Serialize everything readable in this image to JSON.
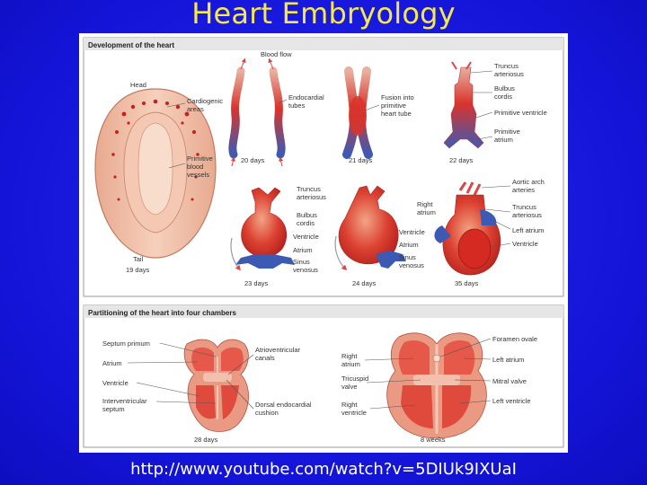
{
  "slide": {
    "title": "Heart Embryology",
    "caption": "http://www.youtube.com/watch?v=5DIUk9IXUaI"
  },
  "panel1": {
    "heading": "Development of the heart",
    "labels": {
      "head": "Head",
      "cardiogenic": "Cardiogenic",
      "areas": "areas",
      "primitive": "Primitive",
      "blood": "blood",
      "vessels": "vessels",
      "tail": "Tail",
      "blood_flow": "Blood flow",
      "endocardial": "Endocardial",
      "tubes": "tubes",
      "fusion_into": "Fusion into",
      "primitive2": "primitive",
      "heart_tube": "heart tube",
      "truncus": "Truncus",
      "arteriosus": "arteriosus",
      "bulbus": "Bulbus",
      "cordis": "cordis",
      "primitive_ventricle": "Primitive ventricle",
      "primitive_atrium_1": "Primitive",
      "primitive_atrium_2": "atrium",
      "truncus_b": "Truncus",
      "arteriosus_b": "arteriosus",
      "bulbus_b": "Bulbus",
      "cordis_b": "cordis",
      "ventricle_b": "Ventricle",
      "atrium_b": "Atrium",
      "sinus_b": "Sinus",
      "venosus_b": "venosus",
      "right": "Right",
      "atrium_r": "atrium",
      "ventricle_c": "Ventricle",
      "atrium_c": "Atrium",
      "sinus_c": "Sinus",
      "venosus_c": "venosus",
      "aortic_arch": "Aortic arch",
      "arteries": "arteries",
      "truncus_d": "Truncus",
      "arteriosus_d": "arteriosus",
      "left_atrium": "Left atrium",
      "ventricle_d": "Ventricle"
    },
    "days": {
      "d19": "19 days",
      "d20": "20 days",
      "d21": "21 days",
      "d22": "22 days",
      "d23": "23 days",
      "d24": "24 days",
      "d35": "35 days"
    }
  },
  "panel2": {
    "heading": "Partitioning of the heart into four chambers",
    "labels": {
      "septum_primum": "Septum primum",
      "atrium": "Atrium",
      "ventricle": "Ventricle",
      "interventricular": "Interventricular",
      "septum": "septum",
      "atrioventricular": "Atrioventricular",
      "canals": "canals",
      "dorsal_endocardial": "Dorsal endocardial",
      "cushion": "cushion",
      "right_atrium_1": "Right",
      "right_atrium_2": "atrium",
      "tricuspid": "Tricuspid",
      "valve": "valve",
      "right_ventricle_1": "Right",
      "right_ventricle_2": "ventricle",
      "foramen_ovale": "Foramen ovale",
      "left_atrium": "Left atrium",
      "mitral_valve": "Mitral valve",
      "left_ventricle": "Left ventricle"
    },
    "ages": {
      "d28": "28 days",
      "w8": "8 weeks"
    }
  }
}
